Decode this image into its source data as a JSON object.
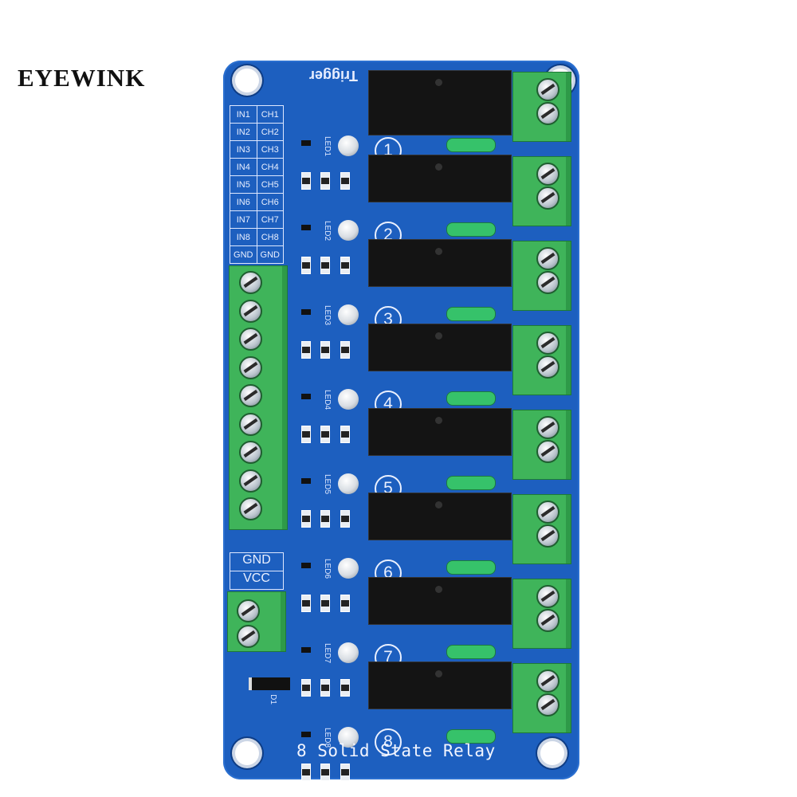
{
  "brand": "EYEWINK",
  "board": {
    "title": "8 Solid State Relay",
    "trigger_text": "Trigger",
    "io_table": [
      [
        "IN1",
        "CH1"
      ],
      [
        "IN2",
        "CH2"
      ],
      [
        "IN3",
        "CH3"
      ],
      [
        "IN4",
        "CH4"
      ],
      [
        "IN5",
        "CH5"
      ],
      [
        "IN6",
        "CH6"
      ],
      [
        "IN7",
        "CH7"
      ],
      [
        "IN8",
        "CH8"
      ],
      [
        "GND",
        "GND"
      ]
    ],
    "power_labels": [
      "GND",
      "VCC"
    ],
    "channel_numbers": [
      "1",
      "2",
      "3",
      "4",
      "5",
      "6",
      "7",
      "8"
    ],
    "led_labels": [
      "LED1",
      "LED2",
      "LED3",
      "LED4",
      "LED5",
      "LED6",
      "LED7",
      "LED8"
    ],
    "diode_label": "D1"
  },
  "colors": {
    "pcb": "#1d5fbf",
    "terminal": "#3fb45a",
    "relay": "#141414",
    "fuse": "#36c26a"
  }
}
